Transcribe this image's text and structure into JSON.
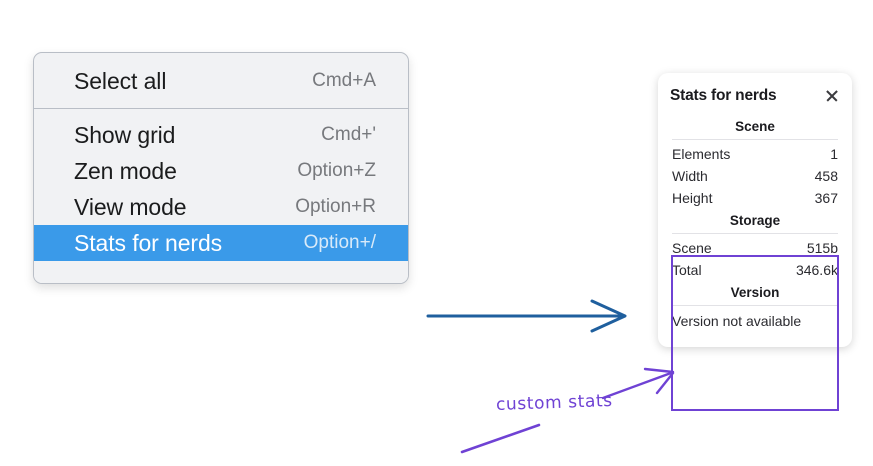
{
  "context_menu": {
    "sections": [
      {
        "items": [
          {
            "label": "Select all",
            "shortcut": "Cmd+A",
            "highlighted": false
          }
        ]
      },
      {
        "items": [
          {
            "label": "Show grid",
            "shortcut": "Cmd+'",
            "highlighted": false
          },
          {
            "label": "Zen mode",
            "shortcut": "Option+Z",
            "highlighted": false
          },
          {
            "label": "View mode",
            "shortcut": "Option+R",
            "highlighted": false
          },
          {
            "label": "Stats for nerds",
            "shortcut": "Option+/",
            "highlighted": true
          }
        ]
      }
    ]
  },
  "stats_panel": {
    "title": "Stats for nerds",
    "close_icon": "close-icon",
    "sections": [
      {
        "header": "Scene",
        "rows": [
          {
            "label": "Elements",
            "value": "1"
          },
          {
            "label": "Width",
            "value": "458"
          },
          {
            "label": "Height",
            "value": "367"
          }
        ]
      },
      {
        "header": "Storage",
        "rows": [
          {
            "label": "Scene",
            "value": "515b"
          },
          {
            "label": "Total",
            "value": "346.6k"
          }
        ]
      },
      {
        "header": "Version",
        "plain_rows": [
          "Version not available"
        ]
      }
    ]
  },
  "annotations": {
    "custom_stats_label": "custom stats",
    "arrow_blue_color": "#1f5f9e",
    "arrow_purple_color": "#6f42d4",
    "highlight_color": "#3a9ae9",
    "box_color": "#6f42d4"
  }
}
